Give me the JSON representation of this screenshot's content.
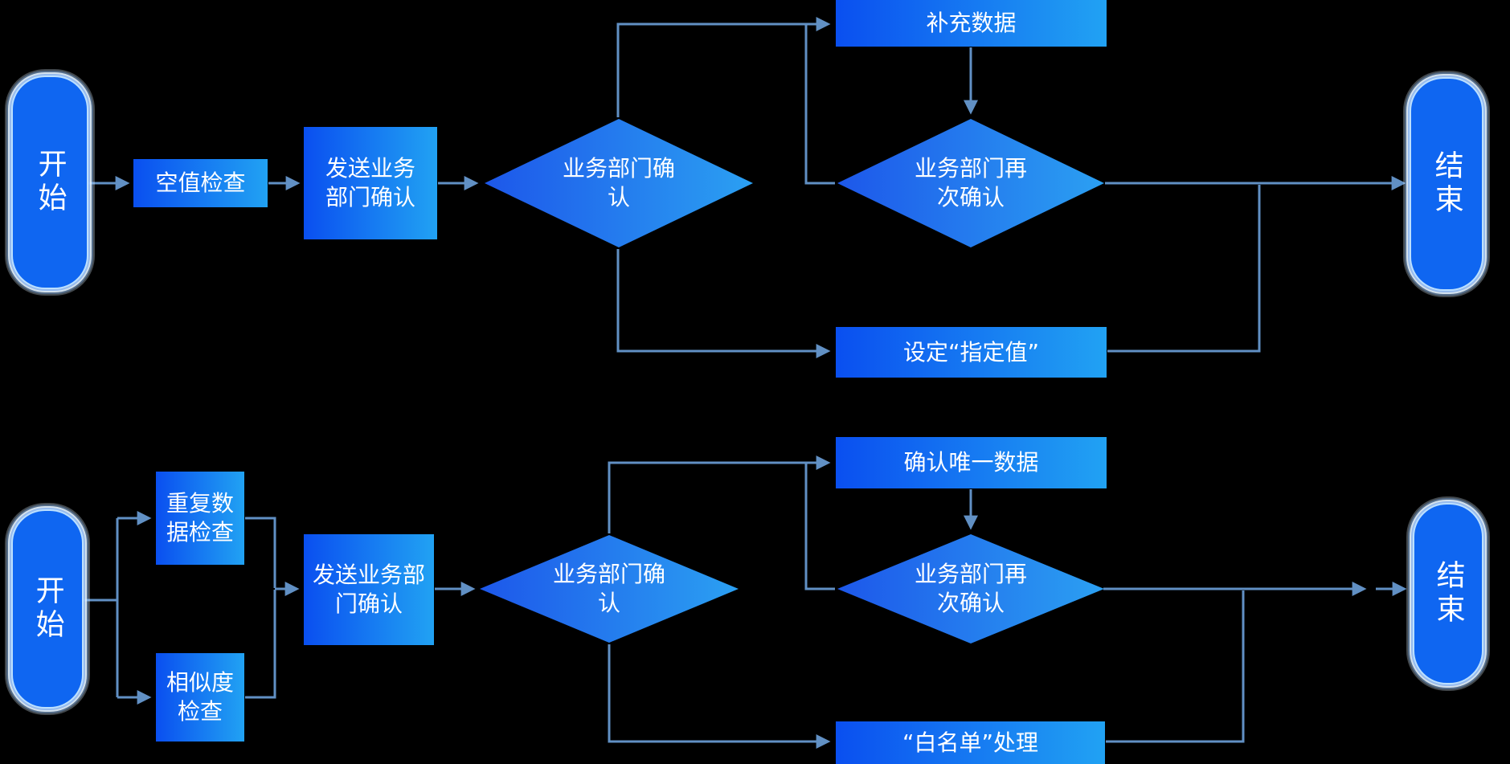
{
  "colors": {
    "background": "#000000",
    "node_gradient_left": "#0a4ff0",
    "node_gradient_right": "#21a2f3",
    "terminal_fill": "#0f66f1",
    "edge_line": "#6190c4",
    "node_text": "#ffffff"
  },
  "flow1": {
    "start": "开始",
    "null_check": "空值检查",
    "send_confirm": "发送业务\n部门确认",
    "dept_confirm": "业务部门确\n认",
    "supplement_data": "补充数据",
    "dept_reconfirm": "业务部门再\n次确认",
    "set_value": "设定“指定值”",
    "end": "结束"
  },
  "flow2": {
    "start": "开始",
    "duplicate_check": "重复数\n据检查",
    "similarity_check": "相似度\n检查",
    "send_confirm": "发送业务部\n门确认",
    "dept_confirm": "业务部门确\n认",
    "confirm_unique": "确认唯一数据",
    "dept_reconfirm": "业务部门再\n次确认",
    "whitelist": "“白名单”处理",
    "end": "结束"
  }
}
